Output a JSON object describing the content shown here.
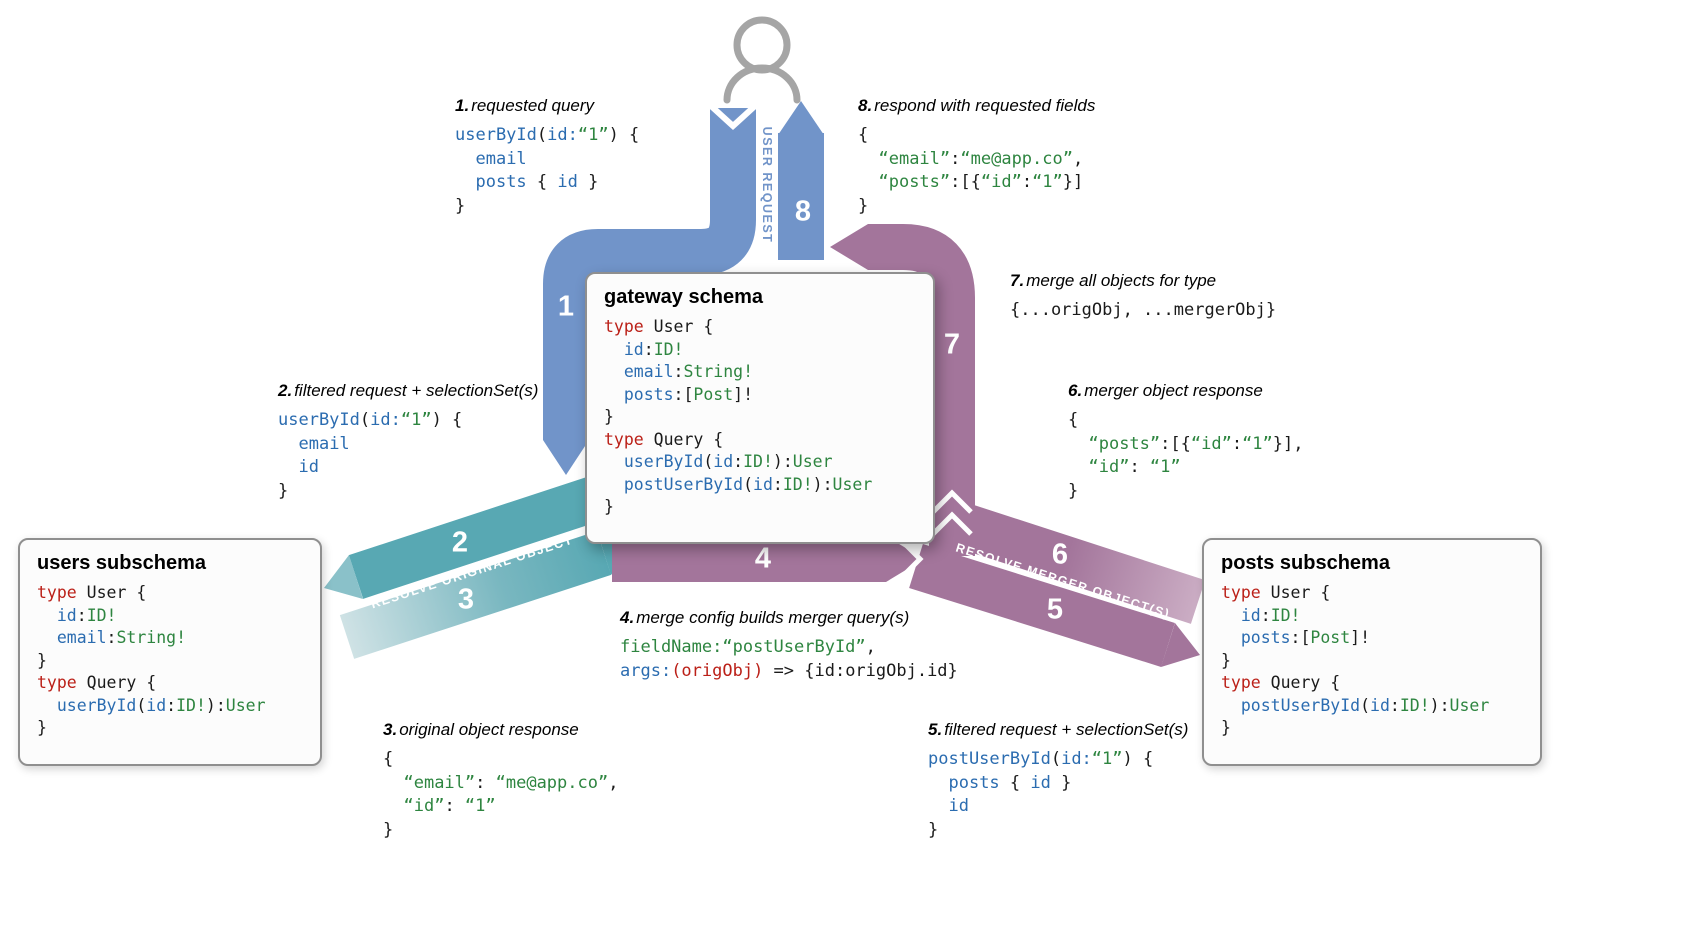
{
  "flow": {
    "user_request_label": "USER REQUEST",
    "resolve_original_label": "RESOLVE ORIGINAL OBJECT",
    "resolve_merger_label": "RESOLVE MERGER OBJECT(S)",
    "badges": [
      "1",
      "2",
      "3",
      "4",
      "5",
      "6",
      "7",
      "8"
    ],
    "colors": {
      "user_request_band": "#7194c9",
      "resolve_original_band": "#58a8b3",
      "resolve_merger_band": "#a3759b"
    }
  },
  "syntax_colors": {
    "keyword": "#bb2018",
    "field": "#2b6cb0",
    "type": "#2e8540",
    "plain": "#1a1a1a"
  },
  "boxes": {
    "gateway": {
      "title": "gateway schema",
      "code": [
        [
          [
            "k",
            "type"
          ],
          [
            "p",
            " User {"
          ]
        ],
        [
          [
            "p",
            "  "
          ],
          [
            "f",
            "id"
          ],
          [
            "p",
            ":"
          ],
          [
            "g",
            "ID!"
          ]
        ],
        [
          [
            "p",
            "  "
          ],
          [
            "f",
            "email"
          ],
          [
            "p",
            ":"
          ],
          [
            "g",
            "String!"
          ]
        ],
        [
          [
            "p",
            "  "
          ],
          [
            "f",
            "posts"
          ],
          [
            "p",
            ":["
          ],
          [
            "g",
            "Post"
          ],
          [
            "p",
            "]!"
          ]
        ],
        [
          [
            "p",
            "}"
          ]
        ],
        [
          [
            "k",
            "type"
          ],
          [
            "p",
            " Query {"
          ]
        ],
        [
          [
            "p",
            "  "
          ],
          [
            "f",
            "userById"
          ],
          [
            "p",
            "("
          ],
          [
            "f",
            "id"
          ],
          [
            "p",
            ":"
          ],
          [
            "g",
            "ID!"
          ],
          [
            "p",
            "):"
          ],
          [
            "g",
            "User"
          ]
        ],
        [
          [
            "p",
            "  "
          ],
          [
            "f",
            "postUserById"
          ],
          [
            "p",
            "("
          ],
          [
            "f",
            "id"
          ],
          [
            "p",
            ":"
          ],
          [
            "g",
            "ID!"
          ],
          [
            "p",
            "):"
          ],
          [
            "g",
            "User"
          ]
        ],
        [
          [
            "p",
            "}"
          ]
        ]
      ]
    },
    "users": {
      "title": "users subschema",
      "code": [
        [
          [
            "k",
            "type"
          ],
          [
            "p",
            " User {"
          ]
        ],
        [
          [
            "p",
            "  "
          ],
          [
            "f",
            "id"
          ],
          [
            "p",
            ":"
          ],
          [
            "g",
            "ID!"
          ]
        ],
        [
          [
            "p",
            "  "
          ],
          [
            "f",
            "email"
          ],
          [
            "p",
            ":"
          ],
          [
            "g",
            "String!"
          ]
        ],
        [
          [
            "p",
            "}"
          ]
        ],
        [
          [
            "k",
            "type"
          ],
          [
            "p",
            " Query {"
          ]
        ],
        [
          [
            "p",
            "  "
          ],
          [
            "f",
            "userById"
          ],
          [
            "p",
            "("
          ],
          [
            "f",
            "id"
          ],
          [
            "p",
            ":"
          ],
          [
            "g",
            "ID!"
          ],
          [
            "p",
            "):"
          ],
          [
            "g",
            "User"
          ]
        ],
        [
          [
            "p",
            "}"
          ]
        ]
      ]
    },
    "posts": {
      "title": "posts subschema",
      "code": [
        [
          [
            "k",
            "type"
          ],
          [
            "p",
            " User {"
          ]
        ],
        [
          [
            "p",
            "  "
          ],
          [
            "f",
            "id"
          ],
          [
            "p",
            ":"
          ],
          [
            "g",
            "ID!"
          ]
        ],
        [
          [
            "p",
            "  "
          ],
          [
            "f",
            "posts"
          ],
          [
            "p",
            ":["
          ],
          [
            "g",
            "Post"
          ],
          [
            "p",
            "]!"
          ]
        ],
        [
          [
            "p",
            "}"
          ]
        ],
        [
          [
            "k",
            "type"
          ],
          [
            "p",
            " Query {"
          ]
        ],
        [
          [
            "p",
            "  "
          ],
          [
            "f",
            "postUserById"
          ],
          [
            "p",
            "("
          ],
          [
            "f",
            "id"
          ],
          [
            "p",
            ":"
          ],
          [
            "g",
            "ID!"
          ],
          [
            "p",
            "):"
          ],
          [
            "g",
            "User"
          ]
        ],
        [
          [
            "p",
            "}"
          ]
        ]
      ]
    }
  },
  "annotations": [
    {
      "num": "1.",
      "title": "requested query",
      "code": [
        [
          [
            "f",
            "userById"
          ],
          [
            "p",
            "("
          ],
          [
            "f",
            "id:"
          ],
          [
            "g",
            "“1”"
          ],
          [
            "p",
            ") {"
          ]
        ],
        [
          [
            "p",
            "  "
          ],
          [
            "f",
            "email"
          ]
        ],
        [
          [
            "p",
            "  "
          ],
          [
            "f",
            "posts"
          ],
          [
            "p",
            " { "
          ],
          [
            "f",
            "id"
          ],
          [
            "p",
            " }"
          ]
        ],
        [
          [
            "p",
            "}"
          ]
        ]
      ]
    },
    {
      "num": "2.",
      "title": "filtered request + selectionSet(s)",
      "code": [
        [
          [
            "f",
            "userById"
          ],
          [
            "p",
            "("
          ],
          [
            "f",
            "id:"
          ],
          [
            "g",
            "“1”"
          ],
          [
            "p",
            ") {"
          ]
        ],
        [
          [
            "p",
            "  "
          ],
          [
            "f",
            "email"
          ]
        ],
        [
          [
            "p",
            "  "
          ],
          [
            "f",
            "id"
          ]
        ],
        [
          [
            "p",
            "}"
          ]
        ]
      ]
    },
    {
      "num": "3.",
      "title": "original object response",
      "code": [
        [
          [
            "p",
            "{"
          ]
        ],
        [
          [
            "p",
            "  "
          ],
          [
            "g",
            "“email”"
          ],
          [
            "p",
            ": "
          ],
          [
            "g",
            "“me@app.co”"
          ],
          [
            "p",
            ","
          ]
        ],
        [
          [
            "p",
            "  "
          ],
          [
            "g",
            "“id”"
          ],
          [
            "p",
            ": "
          ],
          [
            "g",
            "“1”"
          ]
        ],
        [
          [
            "p",
            "}"
          ]
        ]
      ]
    },
    {
      "num": "4.",
      "title": "merge config builds merger query(s)",
      "code": [
        [
          [
            "g",
            "fieldName:"
          ],
          [
            "g",
            "“postUserById”"
          ],
          [
            "p",
            ","
          ]
        ],
        [
          [
            "f",
            "args:"
          ],
          [
            "k",
            "(origObj)"
          ],
          [
            "p",
            " => {id:origObj.id}"
          ]
        ]
      ]
    },
    {
      "num": "5.",
      "title": "filtered request + selectionSet(s)",
      "code": [
        [
          [
            "f",
            "postUserById"
          ],
          [
            "p",
            "("
          ],
          [
            "f",
            "id:"
          ],
          [
            "g",
            "“1”"
          ],
          [
            "p",
            ") {"
          ]
        ],
        [
          [
            "p",
            "  "
          ],
          [
            "f",
            "posts"
          ],
          [
            "p",
            " { "
          ],
          [
            "f",
            "id"
          ],
          [
            "p",
            " }"
          ]
        ],
        [
          [
            "p",
            "  "
          ],
          [
            "f",
            "id"
          ]
        ],
        [
          [
            "p",
            "}"
          ]
        ]
      ]
    },
    {
      "num": "6.",
      "title": "merger object response",
      "code": [
        [
          [
            "p",
            "{"
          ]
        ],
        [
          [
            "p",
            "  "
          ],
          [
            "g",
            "“posts”"
          ],
          [
            "p",
            ":[{"
          ],
          [
            "g",
            "“id”"
          ],
          [
            "p",
            ":"
          ],
          [
            "g",
            "“1”"
          ],
          [
            "p",
            "}],"
          ]
        ],
        [
          [
            "p",
            "  "
          ],
          [
            "g",
            "“id”"
          ],
          [
            "p",
            ": "
          ],
          [
            "g",
            "“1”"
          ]
        ],
        [
          [
            "p",
            "}"
          ]
        ]
      ]
    },
    {
      "num": "7.",
      "title": "merge all objects for type",
      "code": [
        [
          [
            "p",
            "{...origObj, ...mergerObj}"
          ]
        ]
      ]
    },
    {
      "num": "8.",
      "title": "respond with requested fields",
      "code": [
        [
          [
            "p",
            "{"
          ]
        ],
        [
          [
            "p",
            "  "
          ],
          [
            "g",
            "“email”"
          ],
          [
            "p",
            ":"
          ],
          [
            "g",
            "“me@app.co”"
          ],
          [
            "p",
            ","
          ]
        ],
        [
          [
            "p",
            "  "
          ],
          [
            "g",
            "“posts”"
          ],
          [
            "p",
            ":[{"
          ],
          [
            "g",
            "“id”"
          ],
          [
            "p",
            ":"
          ],
          [
            "g",
            "“1”"
          ],
          [
            "p",
            "}]"
          ]
        ],
        [
          [
            "p",
            "}"
          ]
        ]
      ]
    }
  ]
}
